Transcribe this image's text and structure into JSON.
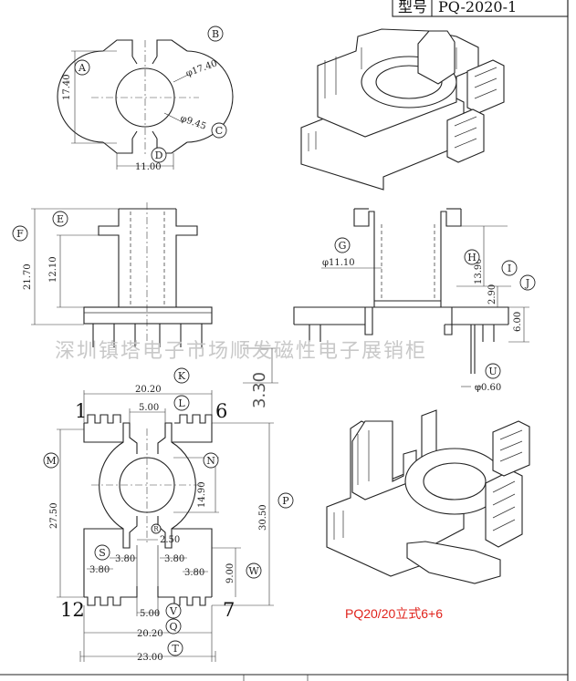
{
  "title_block": {
    "label": "型号",
    "value": "PQ-2020-1"
  },
  "watermark": "深圳镇塔电子市场顺发磁性电子展销柜",
  "caption": "PQ20/20立式6+6",
  "pins": {
    "top_left": "1",
    "top_right": "6",
    "bottom_left": "12",
    "bottom_right": "7"
  },
  "callouts": [
    "A",
    "B",
    "C",
    "D",
    "E",
    "F",
    "G",
    "H",
    "I",
    "J",
    "K",
    "L",
    "M",
    "N",
    "P",
    "Q",
    "R",
    "S",
    "T",
    "U",
    "V",
    "W"
  ],
  "dims": {
    "top_height": "17.40",
    "top_width": "11.00",
    "outer_dia": "φ17.40",
    "inner_dia": "φ9.45",
    "front_height": "21.70",
    "front_core": "12.10",
    "side_dia": "φ11.10",
    "side_h1": "13.90",
    "side_h2": "2.90",
    "side_h3": "6.00",
    "pin_length": "3.30",
    "pin_dia": "φ0.60",
    "bottom_top_width": "20.20",
    "bottom_slot_top": "5.00",
    "bottom_height": "27.50",
    "bottom_core": "14.90",
    "bottom_overall": "30.50",
    "bottom_slot_mid": "2.50",
    "slot_a": "3.80",
    "slot_b": "3.80",
    "slot_c": "3.80",
    "slot_d": "3.80",
    "bottom_pin_block": "9.00",
    "bottom_slot_low": "5.00",
    "bottom_width": "20.20",
    "overall_width": "23.00"
  }
}
